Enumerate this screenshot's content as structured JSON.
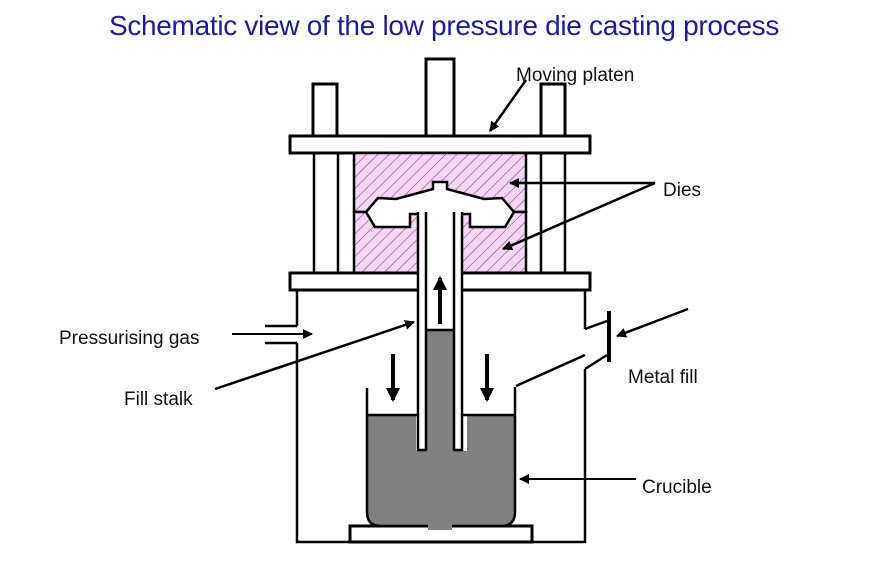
{
  "title": "Schematic view of the low pressure die casting process",
  "labels": {
    "moving_platen": "Moving platen",
    "dies": "Dies",
    "pressurising_gas": "Pressurising gas",
    "fill_stalk": "Fill stalk",
    "metal_fill": "Metal fill",
    "crucible": "Crucible"
  },
  "colors": {
    "title": "#1a1aa6",
    "die_fill": "#f5d6f5",
    "die_hatch": "#8a4a8a",
    "molten_metal": "#808080",
    "outline": "#000000"
  }
}
